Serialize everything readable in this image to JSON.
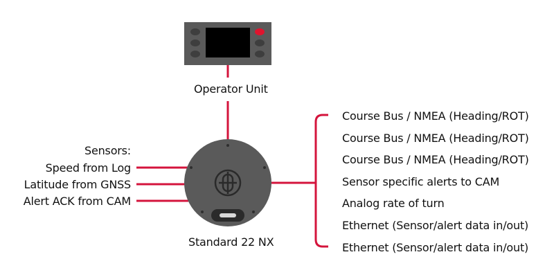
{
  "operator_unit": {
    "label": "Operator Unit"
  },
  "main_unit": {
    "label": "Standard 22 NX"
  },
  "inputs": {
    "heading": "Sensors:",
    "items": [
      "Speed from Log",
      "Latitude from GNSS",
      "Alert ACK from CAM"
    ]
  },
  "outputs": {
    "items": [
      "Course Bus / NMEA (Heading/ROT)",
      "Course Bus / NMEA (Heading/ROT)",
      "Course Bus / NMEA (Heading/ROT)",
      "Sensor specific alerts to CAM",
      "Analog rate of turn",
      "Ethernet (Sensor/alert data in/out)",
      "Ethernet (Sensor/alert data in/out)"
    ]
  },
  "colors": {
    "connector_red": "#d4143c",
    "device_gray": "#5a5a5a",
    "device_dark": "#3e3e3e",
    "screen_black": "#000000",
    "indicator_red": "#e0142e"
  }
}
